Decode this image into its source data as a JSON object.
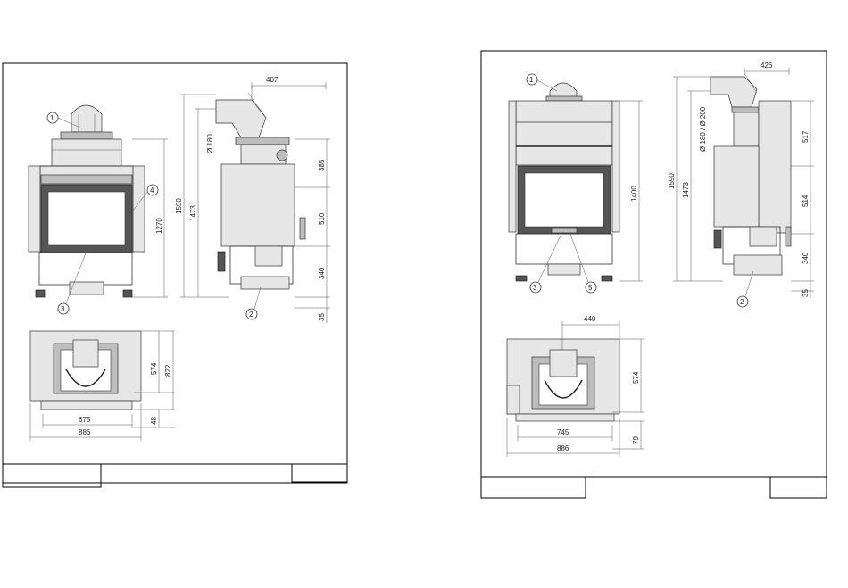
{
  "sheet_left": {
    "front_view": {
      "callouts": [
        "1",
        "4",
        "3"
      ],
      "dims": {
        "height_total": "1270"
      }
    },
    "side_view": {
      "dims": {
        "top_offset": "407",
        "flue": "Ø 180",
        "height_total": "1590",
        "height_flue": "1473",
        "seg_top": "385",
        "seg_mid": "510",
        "seg_low": "340",
        "seg_base": "35"
      },
      "callouts": [
        "2"
      ]
    },
    "plan_view": {
      "dims": {
        "depth_inner": "574",
        "depth_total": "822",
        "front_offset": "48",
        "width_inner": "675",
        "width_total": "886"
      }
    }
  },
  "sheet_right": {
    "front_view": {
      "callouts": [
        "1",
        "3",
        "5"
      ],
      "dims": {
        "height_total": "1400"
      }
    },
    "side_view": {
      "dims": {
        "top_offset": "426",
        "flue": "Ø 180 / Ø 200",
        "height_total": "1590",
        "height_flue": "1473",
        "seg_top": "517",
        "seg_mid": "514",
        "seg_low": "340",
        "seg_base": "35"
      },
      "callouts": [
        "2"
      ]
    },
    "plan_view": {
      "dims": {
        "top_width": "440",
        "depth_inner": "574",
        "width_inner": "745",
        "front_offset": "79",
        "width_total": "886"
      }
    }
  }
}
